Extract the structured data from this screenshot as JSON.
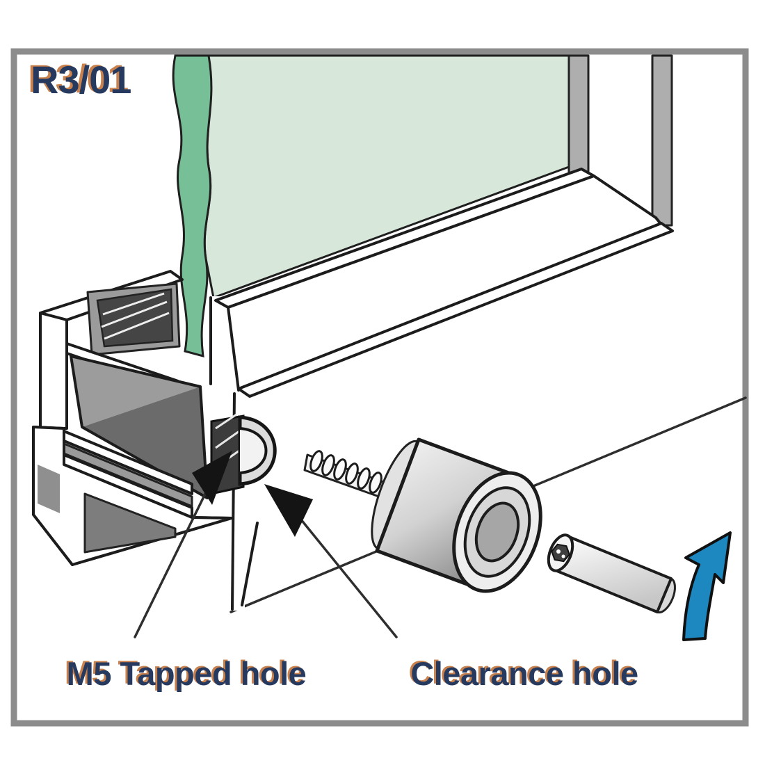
{
  "figure": {
    "reference_code": "R3/01",
    "annotations": {
      "tapped_hole_label": "M5 Tapped hole",
      "clearance_hole_label": "Clearance hole"
    },
    "colors": {
      "frame_border": "#8c8c8c",
      "outline": "#1c1c1c",
      "glass_face": "#d7e8da",
      "glass_broken_edge": "#76bf97",
      "label_text": "#26395e",
      "label_fringe": "#c9824e",
      "cavity_light": "#9c9c9c",
      "cavity_dark": "#6b6b6b",
      "metal_cut_gray": "#aeaeae",
      "gasket_dark": "#454545",
      "rotation_arrow_blue": "#1d87c0",
      "pointer_arrow_black": "#141414"
    },
    "icons": [
      {
        "name": "glass-panel-icon",
        "meaning": "toughened glass infill panel, broken edge shown"
      },
      {
        "name": "base-shoe-cross-section-icon",
        "meaning": "aluminium base rail extrusion cut end"
      },
      {
        "name": "m5-tapped-hole-icon",
        "meaning": "M5 tapped hole in inner web"
      },
      {
        "name": "clearance-hole-icon",
        "meaning": "clearance hole in outer face"
      },
      {
        "name": "standoff-fixing-icon",
        "meaning": "threaded stud with cylindrical standoff body"
      },
      {
        "name": "set-screw-icon",
        "meaning": "hex-socket grub screw"
      },
      {
        "name": "rotation-arrow-icon",
        "meaning": "blue tightening direction arrow"
      },
      {
        "name": "tapped-hole-pointer-arrow",
        "meaning": "black arrow pointing at tapped hole"
      },
      {
        "name": "clearance-hole-pointer-arrow",
        "meaning": "black arrow pointing at clearance hole"
      }
    ]
  }
}
